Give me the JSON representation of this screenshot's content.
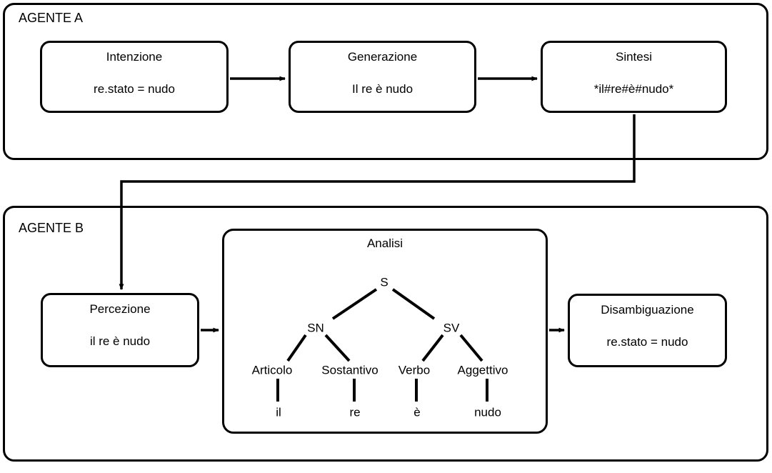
{
  "diagram": {
    "agent_a": {
      "label": "AGENTE A",
      "nodes": [
        {
          "title": "Intenzione",
          "value": "re.stato = nudo"
        },
        {
          "title": "Generazione",
          "value": "Il re è nudo"
        },
        {
          "title": "Sintesi",
          "value": "*il#re#è#nudo*"
        }
      ]
    },
    "agent_b": {
      "label": "AGENTE B",
      "nodes": [
        {
          "title": "Percezione",
          "value": "il re è nudo"
        },
        {
          "title": "Disambiguazione",
          "value": "re.stato = nudo"
        }
      ],
      "analisi": {
        "title": "Analisi",
        "tree": {
          "root": "S",
          "phrases": [
            "SN",
            "SV"
          ],
          "pos": [
            "Articolo",
            "Sostantivo",
            "Verbo",
            "Aggettivo"
          ],
          "words": [
            "il",
            "re",
            "è",
            "nudo"
          ]
        }
      }
    },
    "colors": {
      "stroke": "#000000",
      "background": "#ffffff"
    }
  }
}
